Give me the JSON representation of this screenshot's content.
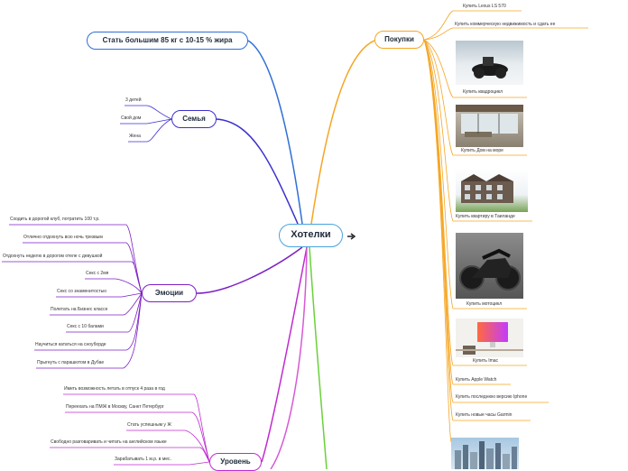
{
  "root": {
    "label": "Хотелки"
  },
  "goal": {
    "label": "Стать большим 85 кг с 10-15 % жира"
  },
  "family": {
    "label": "Семья",
    "items": [
      "3 детей",
      "Свой дом",
      "Жена"
    ]
  },
  "emotions": {
    "label": "Эмоции",
    "items": [
      "Сходить в дорогой клуб, потратить 100 т.р.",
      "Отлично отдохнуть всю ночь трезвым",
      "Отдохнуть неделю в дорогом отеле с девушкой",
      "Секс с 2мя",
      "Секс со знаменитостью",
      "Полетать на Бизнес классе",
      "Секс с 10 балами",
      "Научиться кататься на сноуборде",
      "Прыгнуть с парашютом в Дубае"
    ]
  },
  "level": {
    "label": "Уровень",
    "items": [
      "Иметь возможность летать в отпуск 4 раза в год",
      "Переехать на ПМЖ в Москву, Санкт Петербург",
      "Стать успешным у Ж",
      "Свободно разговаривать и читать на английском языке",
      "Зарабатывать 1 м.р. в мес."
    ]
  },
  "purchases": {
    "label": "Покупки",
    "items": [
      "Купить Lexus LS 570",
      "Купить коммерческую недвижимость и сдать ее",
      "Купить квадроцикл",
      "Купить Дом на море",
      "Купить квартиру в Таиланде",
      "Купить мотоцикл",
      "Купить Imac",
      "Купить Apple Watch",
      "Купить последнюю версию Iphone",
      "Купить новые часы Garmin"
    ]
  },
  "colors": {
    "goal": "#2f6fd6",
    "family": "#3b2fd0",
    "emotions": "#7b1fc4",
    "level": "#c02bd0",
    "purchases": "#f5a623",
    "extra": "#6ad13a"
  },
  "icons": [
    "arrow-icon"
  ]
}
